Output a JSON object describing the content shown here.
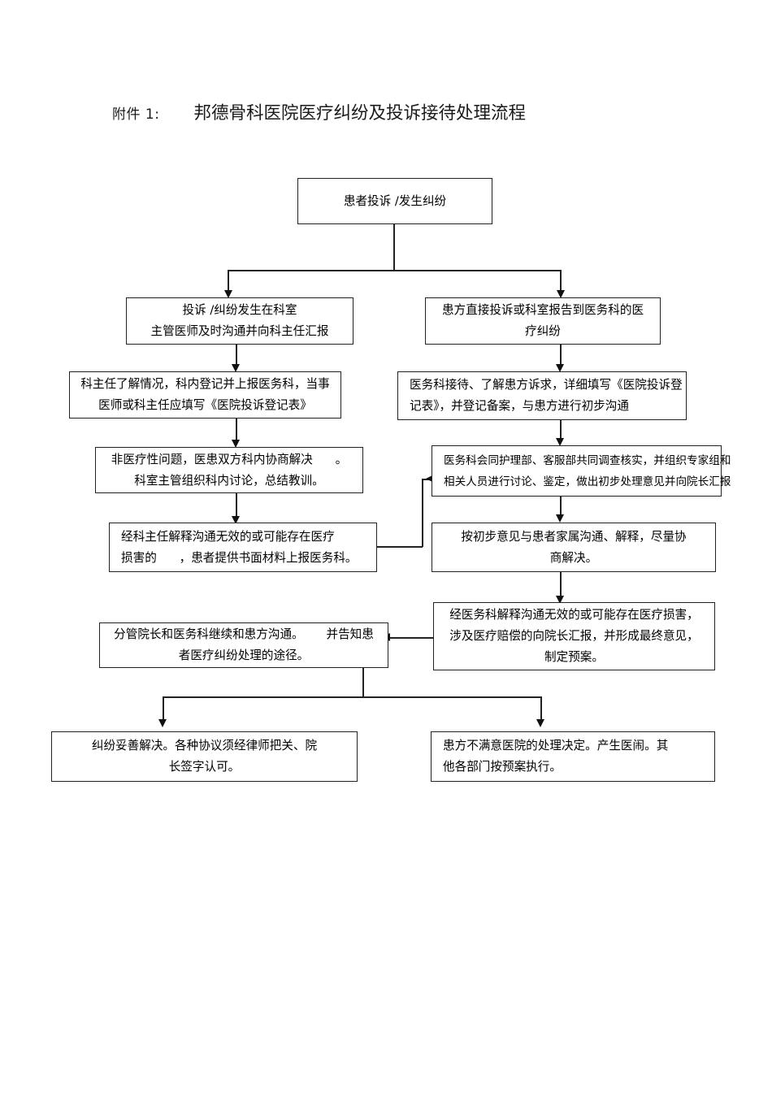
{
  "document": {
    "title_prefix": "附件 1:",
    "title_main": "邦德骨科医院医疗纠纷及投诉接待处理流程"
  },
  "flowchart": {
    "type": "process-flow",
    "orientation": "top-down",
    "nodes": [
      {
        "id": "start",
        "lines": [
          "患者投诉 /发生纠纷"
        ]
      },
      {
        "id": "branch-dept",
        "lines": [
          "投诉 /纠纷发生在科室",
          "主管医师及时沟通并向科主任汇报"
        ]
      },
      {
        "id": "branch-medical-affairs",
        "lines": [
          "患方直接投诉或科室报告到医务科的医",
          "疗纠纷"
        ]
      },
      {
        "id": "dept-head-register",
        "lines": [
          "科主任了解情况，科内登记并上报医务科，当事",
          "医师或科主任应填写《医院投诉登记表》"
        ]
      },
      {
        "id": "medical-affairs-reception",
        "lines": [
          "医务科接待、了解患方诉求，详细填写《医院投诉登",
          "记表》，并登记备案，与患方进行初步沟通"
        ]
      },
      {
        "id": "non-medical-issue",
        "lines": [
          "非医疗性问题，医患双方科内协商解决      。",
          "科室主管组织科内讨论，总结教训。"
        ]
      },
      {
        "id": "joint-investigation",
        "lines": [
          "医务科会同护理部、客服部共同调查核实，并组织专家组和",
          "相关人员进行讨论、鉴定，做出初步处理意见并向院长汇报"
        ]
      },
      {
        "id": "dept-head-failed",
        "lines": [
          "经科主任解释沟通无效的或可能存在医疗",
          "损害的      ，患者提供书面材料上报医务科。"
        ]
      },
      {
        "id": "preliminary-communication",
        "lines": [
          "按初步意见与患者家属沟通、解释，尽量协",
          "商解决。"
        ]
      },
      {
        "id": "escalate-to-president",
        "lines": [
          "经医务科解释沟通无效的或可能存在医疗损害，",
          "涉及医疗赔偿的向院长汇报，并形成最终意见，",
          "制定预案。"
        ]
      },
      {
        "id": "vice-president-communication",
        "lines": [
          "分管院长和医务科继续和患方沟通。      并告知患",
          "者医疗纠纷处理的途径。"
        ]
      },
      {
        "id": "resolved",
        "lines": [
          "纠纷妥善解决。各种协议须经律师把关、院",
          "长签字认可。"
        ]
      },
      {
        "id": "unresolved",
        "lines": [
          "患方不满意医院的处理决定。产生医闹。其",
          "他各部门按预案执行。"
        ]
      }
    ]
  }
}
